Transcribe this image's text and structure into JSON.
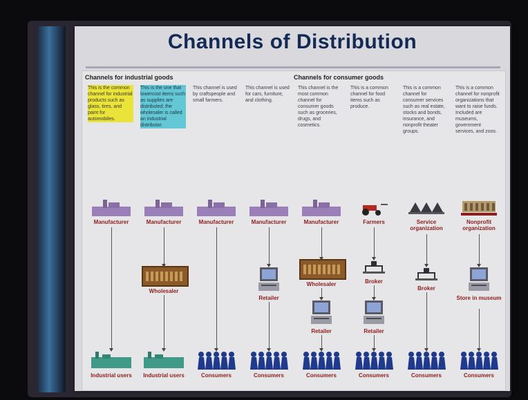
{
  "slide": {
    "title": "Channels of Distribution",
    "industrial_heading": "Channels for industrial goods",
    "consumer_heading": "Channels for consumer goods"
  },
  "columns": [
    {
      "desc": "This is the common channel for industrial products such as glass, tires, and paint for automobiles.",
      "top": "Manufacturer",
      "middle": [],
      "bottom": "Industrial users",
      "highlight": "yellow"
    },
    {
      "desc": "This is the one that lowercost items such as supplies are distributed; the wholesaler is called an industrial distributor.",
      "top": "Manufacturer",
      "middle": [
        "Wholesaler"
      ],
      "bottom": "Industrial users",
      "highlight": "cyan"
    },
    {
      "desc": "This channel is used by craftspeople and small farmers.",
      "top": "Manufacturer",
      "middle": [],
      "bottom": "Consumers",
      "highlight": ""
    },
    {
      "desc": "This channel is used for cars, furniture, and clothing.",
      "top": "Manufacturer",
      "middle": [
        "Retailer"
      ],
      "bottom": "Consumers",
      "highlight": ""
    },
    {
      "desc": "This channel is the most common channel for consumer goods such as groceries, drugs, and cosmetics.",
      "top": "Manufacturer",
      "middle": [
        "Wholesaler",
        "Retailer"
      ],
      "bottom": "Consumers",
      "highlight": ""
    },
    {
      "desc": "This is a common channel for food items such as produce.",
      "top": "Farmers",
      "middle": [
        "Broker",
        "Retailer"
      ],
      "bottom": "Consumers",
      "highlight": ""
    },
    {
      "desc": "This is a common channel for consumer services such as real estate, stocks and bonds, insurance, and nonprofit theater groups.",
      "top": "Service organization",
      "middle": [
        "Broker"
      ],
      "bottom": "Consumers",
      "highlight": ""
    },
    {
      "desc": "This is a common channel for nonprofit organizations that want to raise funds. Included are museums, government services, and zoos.",
      "top": "Nonprofit organization",
      "middle": [
        "Store in museum"
      ],
      "bottom": "Consumers",
      "highlight": ""
    }
  ],
  "colors": {
    "title": "#142a55",
    "label": "#8b1d1d",
    "factory": "#9b7fb8",
    "consumers": "#1f3a8c",
    "industrial": "#3f9a88"
  }
}
